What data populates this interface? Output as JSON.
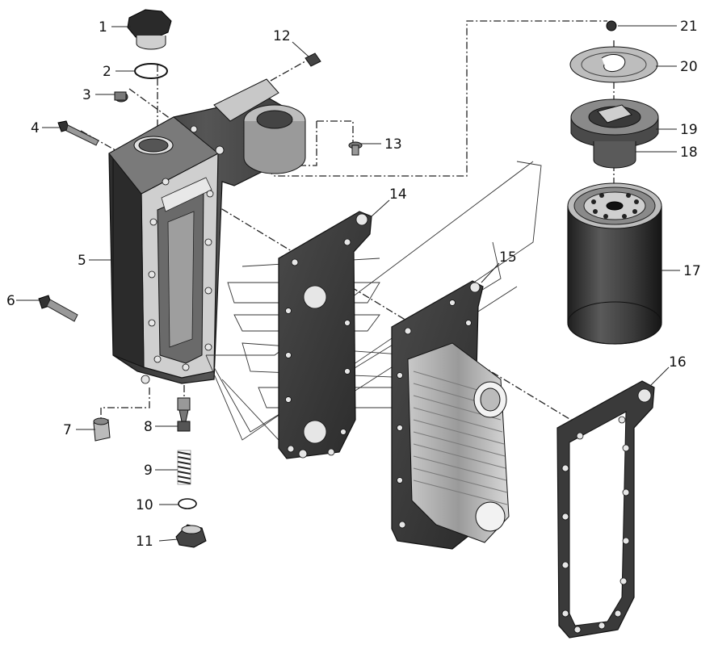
{
  "callouts": [
    {
      "label": "1"
    },
    {
      "label": "2"
    },
    {
      "label": "3"
    },
    {
      "label": "4"
    },
    {
      "label": "5"
    },
    {
      "label": "6"
    },
    {
      "label": "7"
    },
    {
      "label": "8"
    },
    {
      "label": "9"
    },
    {
      "label": "10"
    },
    {
      "label": "11"
    },
    {
      "label": "12"
    },
    {
      "label": "13"
    },
    {
      "label": "14"
    },
    {
      "label": "15"
    },
    {
      "label": "16"
    },
    {
      "label": "17"
    },
    {
      "label": "18"
    },
    {
      "label": "19"
    },
    {
      "label": "20"
    },
    {
      "label": "21"
    }
  ],
  "colors": {
    "part_dark": "#3a3a3a",
    "part_mid": "#6e6e6e",
    "part_light": "#bdbdbd",
    "highlight": "#e6e6e6",
    "line": "#222222"
  }
}
